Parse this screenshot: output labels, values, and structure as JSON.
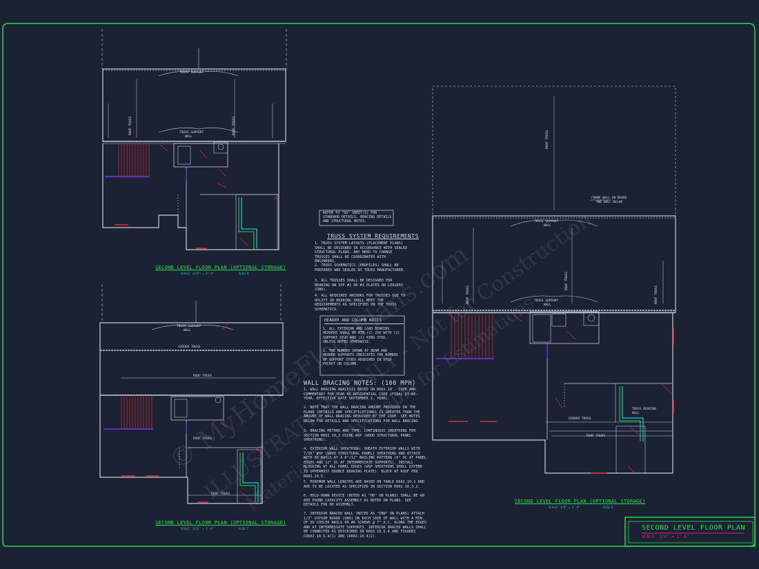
{
  "plans": {
    "top_left": {
      "title": "SECOND LEVEL FLOOR PLAN (OPTIONAL STORAGE)",
      "scale": "SCALE: 3/32\" = 1'-0\"",
      "elev": "ELEV B"
    },
    "bottom_left": {
      "title": "SECOND LEVEL FLOOR PLAN (OPTIONAL STORAGE)",
      "scale": "SCALE: 3/32\" = 1'-0\"",
      "elev": "ELEV C"
    },
    "right": {
      "title": "SECOND LEVEL FLOOR PLAN (OPTIONAL STORAGE)",
      "scale": "SCALE: 1/8\" = 1'-0\"",
      "elev": "ELEV A"
    }
  },
  "labels": {
    "roof_truss": "ROOF TRUSS",
    "truss_support_wall_1": "TRUSS SUPPORT",
    "truss_support_wall_2": "WALL",
    "girder_truss": "GIRDER TRUSS",
    "frame_wall_1": "FRAME WALL ON BEAMS",
    "frame_wall_2": "AND WALL BELOW",
    "truss_bearing_1": "TRUSS BEARING",
    "truss_bearing_2": "WALL",
    "roof_truss_short": "ROOF TRUSS"
  },
  "refer_note": "REFER TO \"SD\" SHEET(S) FOR STANDARD DETAILS, BRACING DETAILS AND STRUCTURAL NOTES.",
  "truss_requirements": {
    "heading": "TRUSS SYSTEM REQUIREMENTS",
    "items": [
      "1. TRUSS SYSTEM LAYOUTS (PLACEMENT PLANS) SHALL BE DESIGNED IN ACCORDANCE WITH SEALED STRUCTURAL PLANS. ANY NEED TO CHANGE TRUSSES SHALL BE COORDINATED WITH ENGINEERS.",
      "2. TRUSS SCHEMATICS (PROFILES) SHALL BE PREPARED AND SEALED BY TRUSS MANUFACTURER.",
      "3. ALL TRUSSES SHALL BE DESIGNED FOR BEARING ON SPF #2 OR #3 PLATES OR LEDGERS (UNO).",
      "4. ALL REQUIRED ANCHORS FOR TRUSSES DUE TO UPLIFT OR BEARING SHALL MEET THE REQUIREMENTS AS SPECIFIED ON THE TRUSS SCHEMATICS."
    ]
  },
  "header_notes": {
    "heading": "HEADER AND COLUMN NOTES",
    "items": [
      "1. ALL EXTERIOR AND LOAD BEARING HEADERS SHALL BE MIN (2) 2x6 WITH (1) SUPPORT STUD AND (1) KING STUD, UNLESS NOTED OTHERWISE.",
      "2. THE NUMBER SHOWN AT BEAM AND HEADER SUPPORTS INDICATES THE NUMBER OF SUPPORT STUDS REQUIRED IN STUD POCKET OR COLUMN."
    ]
  },
  "wall_bracing": {
    "heading": "WALL BRACING NOTES: (100 MPH)",
    "items": [
      "1. WALL BRACING ANALYSIS BASED ON R602.10 - CODE AND COMMENTARY FOR YEAR NC RESIDENTIAL CODE (FINAL 03-06-YEAR, EFFECTIVE DATE SEPTEMBER 1, YEAR).",
      "2. NOTE THAT THE WALL BRACING AMOUNT PROVIDED ON THE PLANS (DETAILS AND SPECIFICATIONS) IS GREATER THAN THE AMOUNT OF WALL BRACING REQUIRED BY THE CODE. SEE NOTES BELOW FOR DETAILS AND SPECIFICATIONS FOR WALL BRACING.",
      "3. BRACING METHOD AND TYPE: CONTINUOUS SHEATHING PER SECTION R602.10.3 USING WSP (WOOD STRUCTURAL PANEL SHEATHING).",
      "4. EXTERIOR WALL SHEATHING: SHEATH EXTERIOR WALLS WITH 7/16\" WSP (WOOD STRUCTURAL PANEL) SHEATHING AND ATTACH WITH 8d NAILS AT A 6\"/12\" NAILING PATTERN (6\" OC AT PANEL EDGES AND 12\" OC AT INTERMEDIATE SUPPORTS). INSTALL BLOCKING AT ALL PANEL EDGES (WSP SHEATHING SHALL EXTEND TO UPPERMOST DOUBLE BEARING PLATE). BLOCK AT ROOF PER R602.10.5.",
      "5. MINIMUM WALL LENGTHS ARE BASED ON TABLE R602.10.1 AND ARE TO BE LOCATED AS SPECIFIED IN SECTION R602.10.3.2.",
      "6. HOLD-DOWN DEVICE (NOTED AS \"HD\" ON PLANS) SHALL BE AN 800 POUND CAPACITY ASSEMBLY AS NOTED ON PLANS. SEE DETAILS FOR HD ASSEMBLY.",
      "7. INTERIOR BRACED WALL (NOTED AS \"IBW\" ON PLANS) ATTACH 1/2\" GYPSUM BOARD (UNO) ON EACH SIDE OF WALL WITH A MIN. OF 5d COOLER NAILS OR #6 SCREWS @ 7\" O.C. ALONG THE EDGES AND AT INTERMEDIATE SUPPORTS. INTERIOR BRACED WALLS SHALL BE CONNECTED AS DESCRIBED IN R602.10.5.4 AND FIGURES CR602.10.5.4(1) AND CR602.10.4(2)."
    ]
  },
  "title_block": {
    "title": "SECOND LEVEL FLOOR PLAN",
    "scale": "SCALE: 1/8\" = 1'-0\""
  },
  "watermark": {
    "line1": "© MyHomeFloorPlans.com",
    "line2": "ILLUSTRATION ONLY - Not for Construction",
    "line3": "Material List Available for Estimations"
  },
  "colors": {
    "background": "#1b2233",
    "lines": "#c9ced8",
    "green": "#27e04a",
    "red": "#e02a3a",
    "magenta": "#e0208a",
    "cyan": "#1fc7e0",
    "purple": "#7b3cff"
  }
}
